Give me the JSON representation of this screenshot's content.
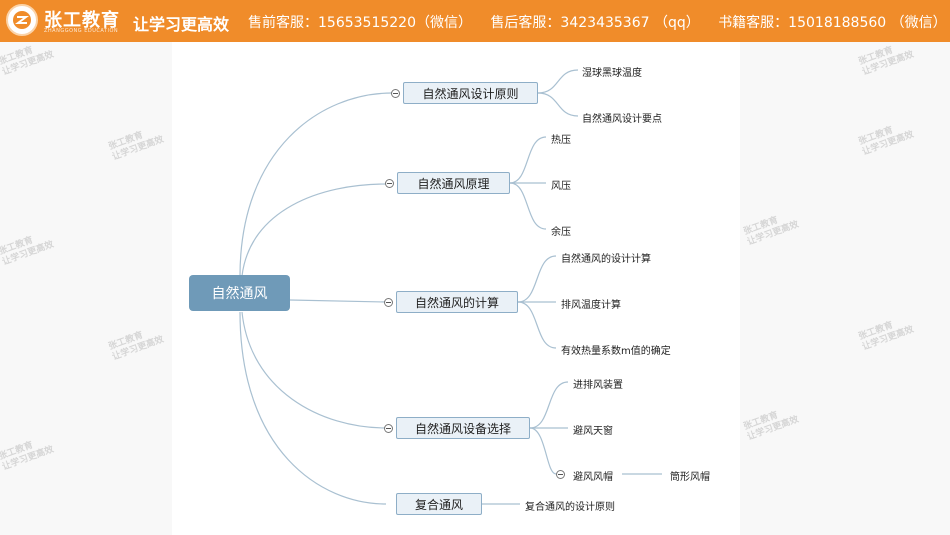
{
  "header": {
    "brand_name": "张工教育",
    "brand_sub": "ZHANGGONG EDUCATION",
    "slogan": "让学习更高效",
    "contacts": [
      "售前客服：15653515220（微信）",
      "售后客服：3423435367 （qq）",
      "书籍客服：15018188560 （微信）"
    ]
  },
  "watermark_text": [
    "张工教育",
    "让学习更高效"
  ],
  "mindmap": {
    "root": "自然通风",
    "branches": [
      {
        "label": "自然通风设计原则",
        "children": [
          "湿球黑球温度",
          "自然通风设计要点"
        ]
      },
      {
        "label": "自然通风原理",
        "children": [
          "热压",
          "风压",
          "余压"
        ]
      },
      {
        "label": "自然通风的计算",
        "children": [
          "自然通风的设计计算",
          "排风温度计算",
          "有效热量系数m值的确定"
        ]
      },
      {
        "label": "自然通风设备选择",
        "children": [
          "进排风装置",
          "避风天窗",
          "避风风帽"
        ],
        "grandchild": "筒形风帽"
      },
      {
        "label": "复合通风",
        "children": [
          "复合通风的设计原则"
        ]
      }
    ]
  },
  "colors": {
    "banner": "#f08c2a",
    "root": "#6f9ab8",
    "node_fill": "#eaf1f7",
    "node_border": "#8eaec7",
    "line": "#a9c0d1"
  }
}
